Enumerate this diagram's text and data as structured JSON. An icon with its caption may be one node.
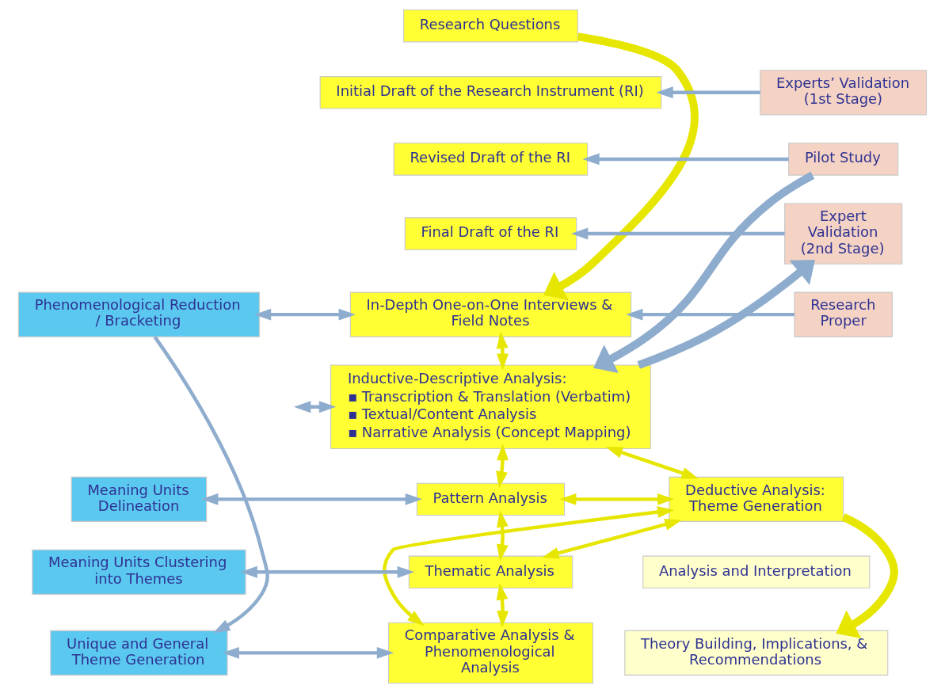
{
  "diagram": {
    "nodes": [
      {
        "text": [
          "Research Questions"
        ]
      },
      {
        "text": [
          "Initial Draft of the Research Instrument (RI)"
        ]
      },
      {
        "text": [
          "Experts’ Validation (1st Stage)"
        ]
      },
      {
        "text": [
          "Revised Draft of the RI"
        ]
      },
      {
        "text": [
          "Pilot Study"
        ]
      },
      {
        "text": [
          "Final Draft of the RI"
        ]
      },
      {
        "text": [
          "Expert Validation (2nd Stage)"
        ]
      },
      {
        "text": [
          "Phenomenological Reduction / Bracketing"
        ]
      },
      {
        "text": [
          "In-Depth One-on-One Interviews & Field Notes"
        ]
      },
      {
        "text": [
          "Research Proper"
        ]
      },
      {
        "text": [
          "Inductive-Descriptive Analysis:",
          "▪ Transcription & Translation (Verbatim)",
          "▪ Textual/Content Analysis",
          "▪ Narrative Analysis (Concept Mapping)"
        ]
      },
      {
        "text": [
          "Meaning Units Delineation"
        ]
      },
      {
        "text": [
          "Pattern Analysis"
        ]
      },
      {
        "text": [
          "Deductive Analysis: Theme Generation"
        ]
      },
      {
        "text": [
          "Meaning Units Clustering into Themes"
        ]
      },
      {
        "text": [
          "Thematic Analysis"
        ]
      },
      {
        "text": [
          "Analysis and Interpretation"
        ]
      },
      {
        "text": [
          "Unique and General Theme Generation"
        ]
      },
      {
        "text": [
          "Comparative Analysis & Phenomenological Analysis"
        ]
      },
      {
        "text": [
          "Theory Building, Implications, & Recommendations"
        ]
      }
    ],
    "edges": [
      {
        "from": 0,
        "to": 8,
        "arrow": "to",
        "style": "thick",
        "color": "#e6e600"
      },
      {
        "from": 2,
        "to": 1,
        "arrow": "to"
      },
      {
        "from": 4,
        "to": 3,
        "arrow": "to"
      },
      {
        "from": 6,
        "to": 5,
        "arrow": "to"
      },
      {
        "from": 9,
        "to": 8,
        "arrow": "to"
      },
      {
        "from": 7,
        "to": 8,
        "arrow": "both"
      },
      {
        "from": 7,
        "to": 17,
        "arrow": "to"
      },
      {
        "from": 10,
        "to": 6,
        "arrow": "to",
        "style": "thick"
      },
      {
        "from": 4,
        "to": 10,
        "arrow": "to",
        "style": "thick"
      },
      {
        "from": 8,
        "to": 10,
        "arrow": "both",
        "color": "#e6e600"
      },
      {
        "from": null,
        "to": 10,
        "arrow": "both"
      },
      {
        "from": 11,
        "to": 12,
        "arrow": "both"
      },
      {
        "from": 14,
        "to": 15,
        "arrow": "both"
      },
      {
        "from": 17,
        "to": 18,
        "arrow": "both"
      },
      {
        "from": 10,
        "to": 12,
        "arrow": "both",
        "color": "#e6e600"
      },
      {
        "from": 12,
        "to": 15,
        "arrow": "both",
        "color": "#e6e600"
      },
      {
        "from": 15,
        "to": 18,
        "arrow": "both",
        "color": "#e6e600"
      },
      {
        "from": 10,
        "to": 13,
        "arrow": "both",
        "color": "#e6e600"
      },
      {
        "from": 12,
        "to": 13,
        "arrow": "both",
        "color": "#e6e600"
      },
      {
        "from": 15,
        "to": 13,
        "arrow": "both",
        "color": "#e6e600"
      },
      {
        "from": 18,
        "to": 13,
        "arrow": "both",
        "color": "#e6e600"
      },
      {
        "from": 13,
        "to": 19,
        "arrow": "to",
        "style": "thick",
        "color": "#e6e600"
      }
    ]
  }
}
